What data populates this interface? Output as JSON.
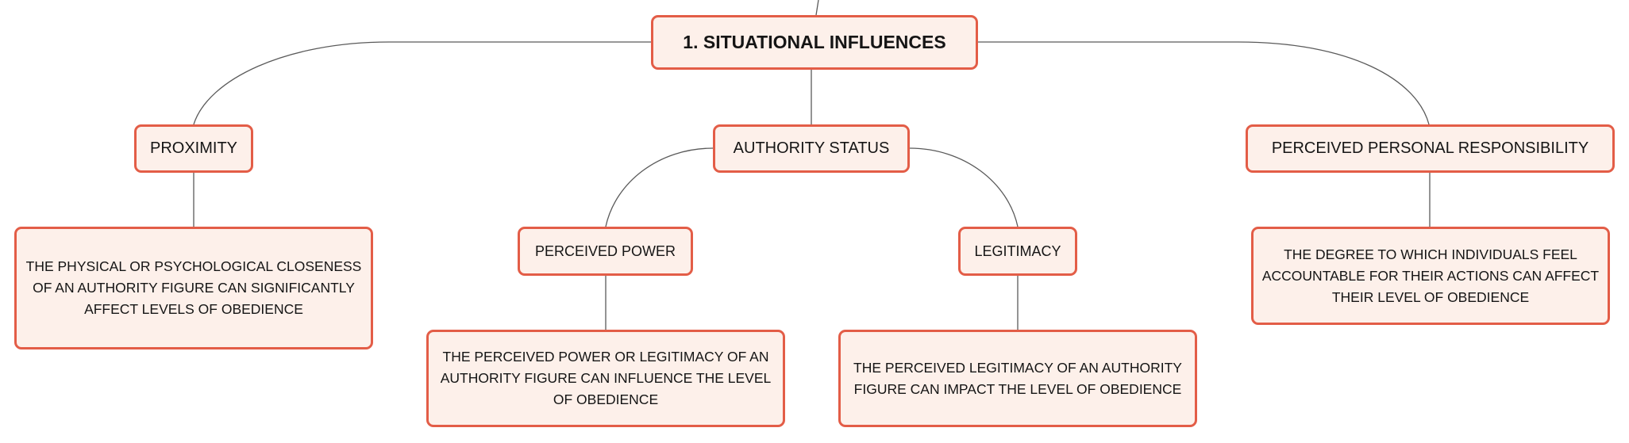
{
  "root": {
    "label": "1. SITUATIONAL INFLUENCES"
  },
  "branches": {
    "proximity": {
      "label": "PROXIMITY",
      "description": "THE PHYSICAL OR PSYCHOLOGICAL CLOSENESS OF AN AUTHORITY FIGURE CAN SIGNIFICANTLY AFFECT LEVELS OF OBEDIENCE"
    },
    "authority_status": {
      "label": "AUTHORITY STATUS",
      "children": {
        "perceived_power": {
          "label": "PERCEIVED POWER",
          "description": "THE PERCEIVED POWER OR LEGITIMACY OF AN AUTHORITY FIGURE CAN INFLUENCE THE LEVEL OF OBEDIENCE"
        },
        "legitimacy": {
          "label": "LEGITIMACY",
          "description": "THE PERCEIVED LEGITIMACY OF AN AUTHORITY FIGURE CAN IMPACT THE LEVEL OF OBEDIENCE"
        }
      }
    },
    "perceived_personal_responsibility": {
      "label": "PERCEIVED PERSONAL RESPONSIBILITY",
      "description": "THE DEGREE TO WHICH INDIVIDUALS FEEL ACCOUNTABLE FOR THEIR ACTIONS CAN AFFECT THEIR LEVEL OF OBEDIENCE"
    }
  },
  "colors": {
    "node_border": "#e35d47",
    "node_fill": "#fdf0ea",
    "connector": "#5a5a5a",
    "text": "#151515"
  }
}
